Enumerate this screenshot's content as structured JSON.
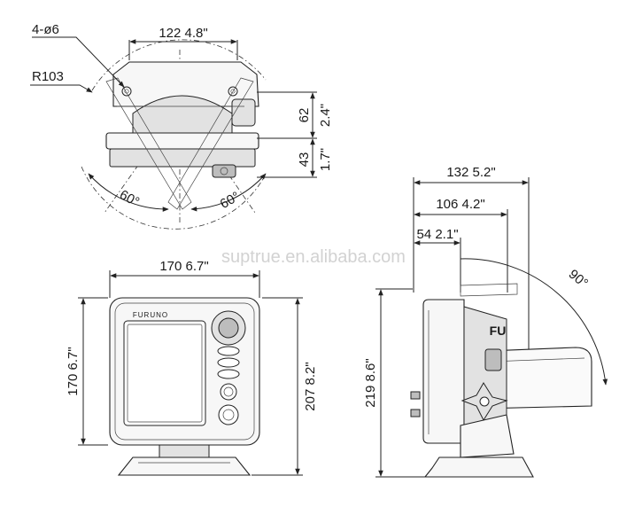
{
  "watermark": "suptrue.en.alibaba.com",
  "top_view": {
    "hole_label": "4-ø6",
    "radius_label": "R103",
    "width_label": "122  4.8\"",
    "height_upper_mm": "62",
    "height_upper_in": "2.4\"",
    "height_lower_mm": "43",
    "height_lower_in": "1.7\"",
    "angle_left": "60°",
    "angle_right": "60°"
  },
  "front_view": {
    "width_label": "170  6.7\"",
    "height_left_label": "170  6.7\"",
    "height_right_label": "207  8.2\"",
    "logo_text": "FURUNO"
  },
  "side_view": {
    "depth_total_label": "132  5.2\"",
    "depth_mid_label": "106  4.2\"",
    "depth_front_label": "54  2.1\"",
    "height_label": "219  8.6\"",
    "tilt_angle_label": "90°",
    "logo_text": "FU"
  }
}
